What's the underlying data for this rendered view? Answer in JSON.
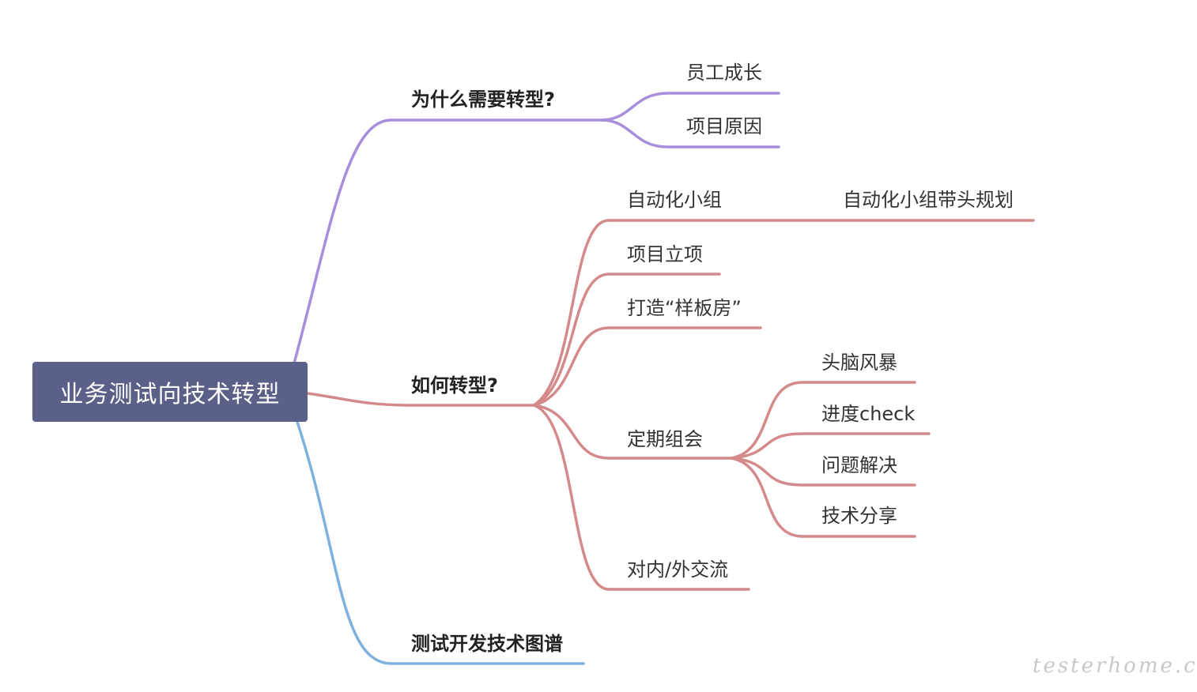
{
  "root": {
    "label": "业务测试向技术转型"
  },
  "branches": [
    {
      "label": "为什么需要转型?",
      "color": "#a88fdb",
      "children": [
        {
          "label": "员工成长"
        },
        {
          "label": "项目原因"
        }
      ]
    },
    {
      "label": "如何转型?",
      "color": "#d48a8a",
      "children": [
        {
          "label": "自动化小组",
          "children": [
            {
              "label": "自动化小组带头规划"
            }
          ]
        },
        {
          "label": "项目立项"
        },
        {
          "label": "打造“样板房”"
        },
        {
          "label": "定期组会",
          "children": [
            {
              "label": "头脑风暴"
            },
            {
              "label": "进度check"
            },
            {
              "label": "问题解决"
            },
            {
              "label": "技术分享"
            }
          ]
        },
        {
          "label": "对内/外交流"
        }
      ]
    },
    {
      "label": "测试开发技术图谱",
      "color": "#7fb1de",
      "children": []
    }
  ],
  "watermark": "testerhome.com"
}
